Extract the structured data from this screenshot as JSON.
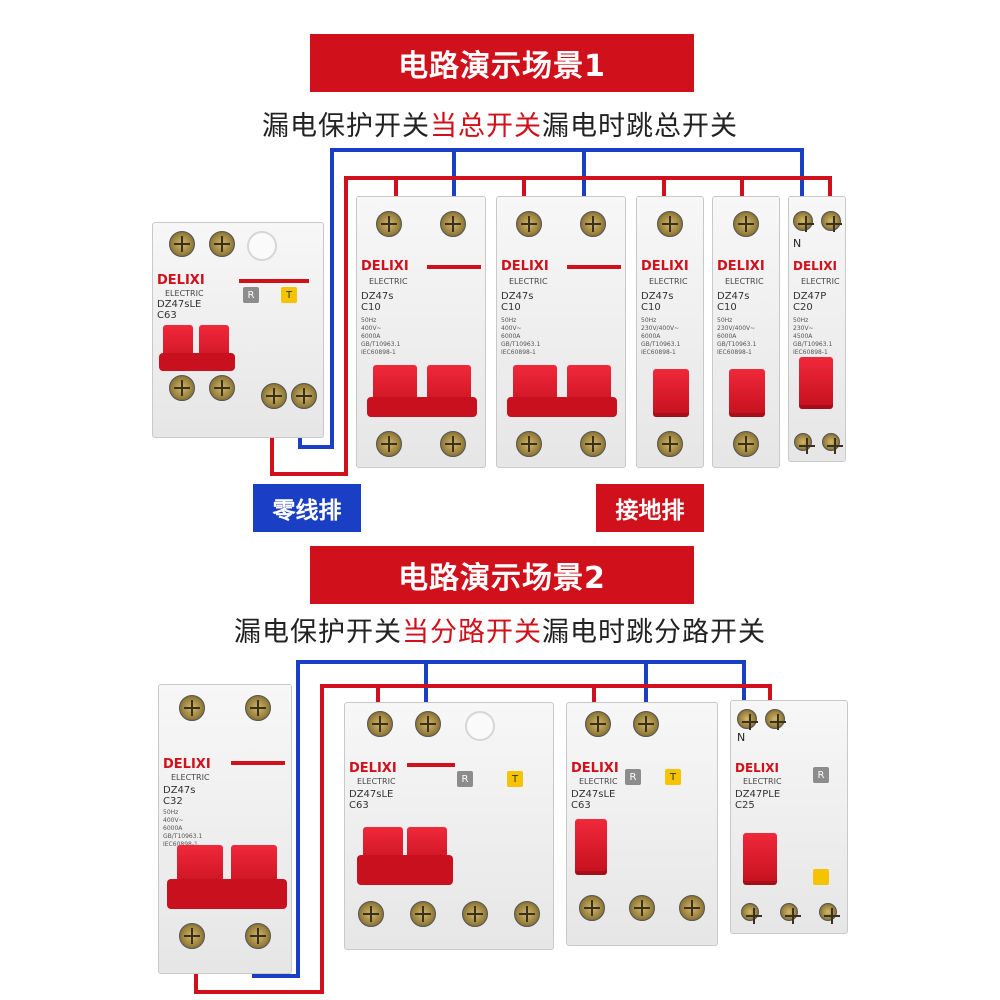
{
  "scene1": {
    "banner": "电路演示场景1",
    "subtitle_pre": "漏电保护开关",
    "subtitle_hl": "当总开关",
    "subtitle_post": "漏电时跳总开关",
    "tag_neutral": "零线排",
    "tag_ground": "接地排",
    "main_breaker": {
      "brand": "DELIXI",
      "sub": "ELECTRIC",
      "model": "DZ47sLE\nC63",
      "r": "R",
      "t": "T"
    },
    "breakers": [
      {
        "brand": "DELIXI",
        "sub": "ELECTRIC",
        "model": "DZ47s\nC10",
        "spec": "50Hz\n400V~\n6000A\nGB/T10963.1\nIEC60898-1"
      },
      {
        "brand": "DELIXI",
        "sub": "ELECTRIC",
        "model": "DZ47s\nC10",
        "spec": "50Hz\n400V~\n6000A\nGB/T10963.1\nIEC60898-1"
      },
      {
        "brand": "DELIXI",
        "sub": "ELECTRIC",
        "model": "DZ47s\nC10",
        "spec": "50Hz\n230V/400V~\n6000A\nGB/T10963.1\nIEC60898-1"
      },
      {
        "brand": "DELIXI",
        "sub": "ELECTRIC",
        "model": "DZ47s\nC10",
        "spec": "50Hz\n230V/400V~\n6000A\nGB/T10963.1\nIEC60898-1"
      },
      {
        "brand": "DELIXI",
        "sub": "ELECTRIC",
        "model": "DZ47P\nC20",
        "spec": "50Hz\n230V~\n4500A\nGB/T10963.1\nIEC60898-1",
        "n": "N"
      }
    ]
  },
  "scene2": {
    "banner": "电路演示场景2",
    "subtitle_pre": "漏电保护开关",
    "subtitle_hl": "当分路开关",
    "subtitle_post": "漏电时跳分路开关",
    "main_breaker": {
      "brand": "DELIXI",
      "sub": "ELECTRIC",
      "model": "DZ47s\nC32",
      "spec": "50Hz\n400V~\n6000A\nGB/T10963.1\nIEC60898-1"
    },
    "breakers": [
      {
        "brand": "DELIXI",
        "sub": "ELECTRIC",
        "model": "DZ47sLE\nC63",
        "r": "R",
        "t": "T"
      },
      {
        "brand": "DELIXI",
        "sub": "ELECTRIC",
        "model": "DZ47sLE\nC63",
        "r": "R",
        "t": "T"
      },
      {
        "brand": "DELIXI",
        "sub": "ELECTRIC",
        "model": "DZ47PLE\nC25",
        "r": "R",
        "n": "N"
      }
    ]
  },
  "colors": {
    "red": "#d0101b",
    "blue": "#1a3fc4"
  }
}
